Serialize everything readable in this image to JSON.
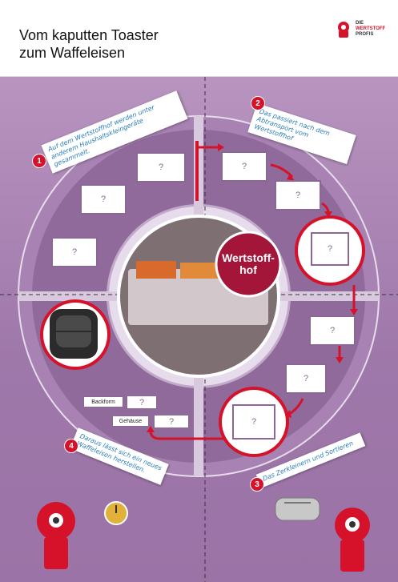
{
  "header": {
    "title": "Vom kaputten Toaster\nzum Waffeleisen",
    "logo": {
      "line1": "DIE",
      "line2": "WERTSTOFF",
      "line3": "PROFIS"
    }
  },
  "center": {
    "hub_label": "Wertstoff-\nhof"
  },
  "placeholder": "?",
  "labels": {
    "backform": "Backform",
    "gehaeuse": "Gehäuse"
  },
  "steps": [
    {
      "number": "1",
      "text": "Auf dem Wertstoffhof werden unter\nanderem Haushaltskleingeräte gesammelt."
    },
    {
      "number": "2",
      "text": "Das passiert nach dem\nAbtransport vom Wertstoffhof"
    },
    {
      "number": "3",
      "text": "Das Zerkleinern und Sortieren"
    },
    {
      "number": "4",
      "text": "Daraus lässt sich ein neues\nWaffeleisen herstellen."
    }
  ],
  "colors": {
    "accent": "#d6122b",
    "purple": "#9f78aa",
    "note_text": "#2a7fb8"
  },
  "icons": [
    "recycling-robot-icon",
    "waffle-iron-icon",
    "stopwatch-icon",
    "toaster-icon",
    "logo-icon"
  ]
}
